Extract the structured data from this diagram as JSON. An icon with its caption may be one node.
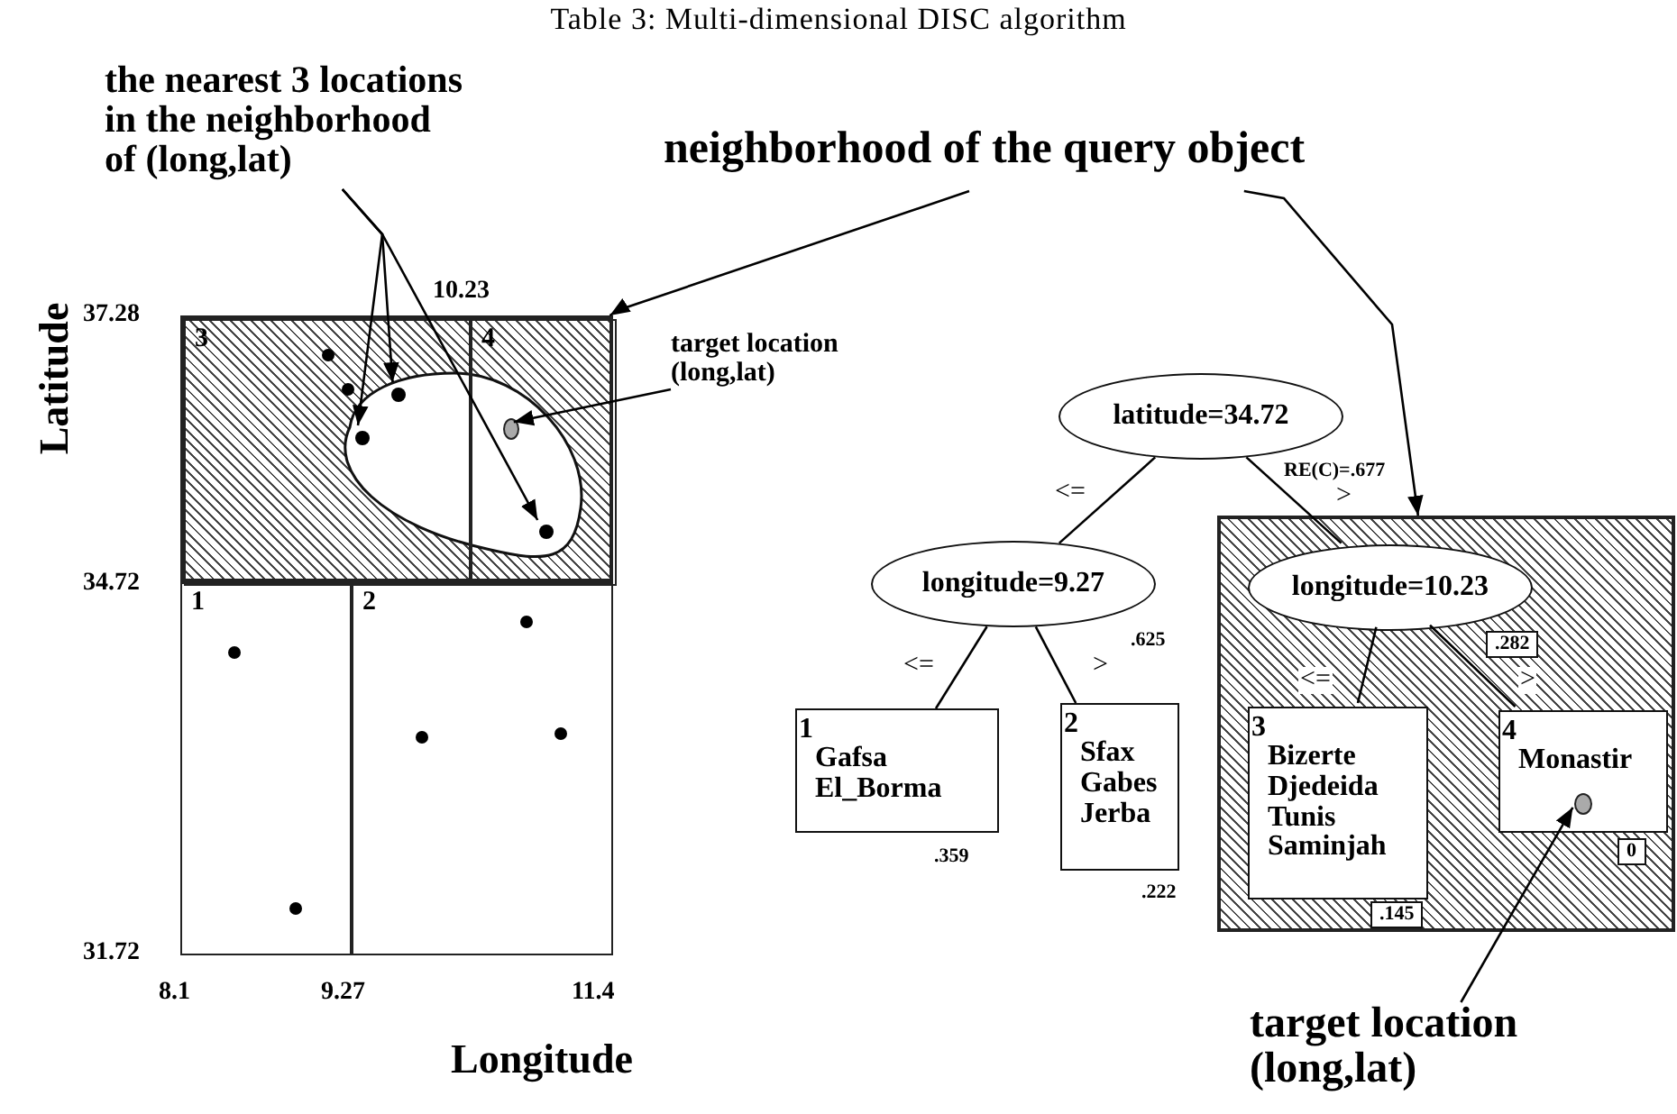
{
  "diagram": {
    "title": "Table 3: Multi-dimensional DISC algorithm",
    "nodes": [
      {
        "text": [
          "the nearest 3 locations in the neighborhood of (long,lat)"
        ]
      },
      {
        "text": [
          "neighborhood of the query object"
        ]
      },
      {
        "text": [],
        "shape": "box"
      },
      {
        "text": [
          "3"
        ],
        "in": 2
      },
      {
        "text": [
          "4"
        ],
        "in": 2
      },
      {
        "text": [],
        "shape": "circle",
        "in": 3
      },
      {
        "text": [],
        "shape": "circle",
        "in": 3
      },
      {
        "text": [],
        "shape": "circle",
        "in": 4
      },
      {
        "text": [],
        "shape": "circle",
        "in": 4
      },
      {
        "text": [
          "target location (long,lat)"
        ]
      },
      {
        "text": [
          "1"
        ]
      },
      {
        "text": [
          "2"
        ]
      },
      {
        "text": [
          "latitude=34.72"
        ],
        "beside": [
          "RE(C)=.677"
        ]
      },
      {
        "text": [
          "longitude=9.27"
        ],
        "beside": [
          ".625"
        ]
      },
      {
        "text": [],
        "shape": "box"
      },
      {
        "text": [
          "longitude=10.23"
        ],
        "in": 14,
        "beside": [
          ".282"
        ]
      },
      {
        "text": [
          "1",
          "Gafsa El_Borma"
        ],
        "beside": [
          ".359"
        ]
      },
      {
        "text": [
          "2",
          "Sfax Gabes Jerba"
        ],
        "beside": [
          ".222"
        ]
      },
      {
        "text": [
          "3",
          "Bizerte Djedeida Tunis Saminjah"
        ],
        "in": 14,
        "beside": [
          ".145"
        ]
      },
      {
        "text": [
          "4",
          "Monastir"
        ],
        "in": 14,
        "beside": [
          "0"
        ]
      },
      {
        "text": [],
        "shape": "circle",
        "in": 19
      },
      {
        "text": [
          "target location (long,lat)"
        ]
      }
    ],
    "edges": [
      {
        "from": 0,
        "to": 5,
        "arrow": "to"
      },
      {
        "from": 0,
        "to": 6,
        "arrow": "to"
      },
      {
        "from": 0,
        "to": 7,
        "arrow": "to"
      },
      {
        "from": 1,
        "to": 2,
        "arrow": "to"
      },
      {
        "from": 1,
        "to": 14,
        "arrow": "to"
      },
      {
        "from": 9,
        "to": 8,
        "arrow": "to"
      },
      {
        "from": 12,
        "to": 13,
        "arrow": "none",
        "label": "<="
      },
      {
        "from": 12,
        "to": 15,
        "arrow": "none",
        "label": ">"
      },
      {
        "from": 13,
        "to": 16,
        "arrow": "none",
        "label": "<="
      },
      {
        "from": 13,
        "to": 17,
        "arrow": "none",
        "label": ">"
      },
      {
        "from": 15,
        "to": 18,
        "arrow": "none",
        "label": "<="
      },
      {
        "from": 15,
        "to": 19,
        "arrow": "none",
        "label": ">"
      },
      {
        "from": 21,
        "to": 20,
        "arrow": "to"
      }
    ],
    "labels": [
      "10.23",
      "37.28",
      "Latitude",
      "34.72",
      "31.72",
      "8.1",
      "9.27",
      "11.4",
      "Longitude"
    ]
  }
}
